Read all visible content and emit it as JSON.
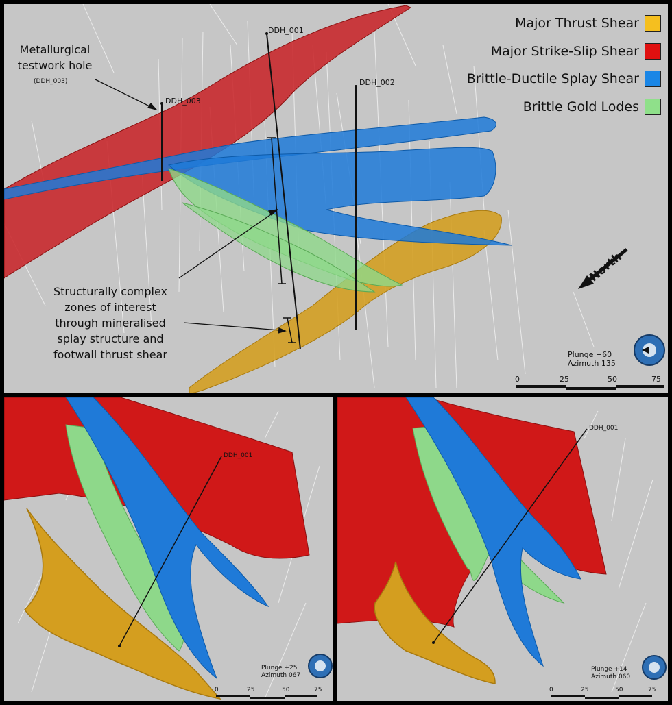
{
  "legend": {
    "items": [
      {
        "label": "Major Thrust Shear",
        "color": "#f5bf1f"
      },
      {
        "label": "Major Strike-Slip Shear",
        "color": "#e01010"
      },
      {
        "label": "Brittle-Ductile Splay Shear",
        "color": "#1a86e6"
      },
      {
        "label": "Brittle Gold Lodes",
        "color": "#8fe08a"
      }
    ]
  },
  "main": {
    "annotation_metallurgical": "Metallurgical testwork hole",
    "annotation_metallurgical_sub": "(DDH_003)",
    "annotation_structural": [
      "Structurally complex",
      "zones of interest",
      "through mineralised",
      "splay structure and",
      "footwall thrust shear"
    ],
    "holes": {
      "ddh_001": "DDH_001",
      "ddh_002": "DDH_002",
      "ddh_003": "DDH_003"
    },
    "north_label": "North",
    "view": {
      "plunge": "Plunge +60",
      "azimuth": "Azimuth 135"
    },
    "scale_ticks": [
      "0",
      "25",
      "50",
      "75"
    ]
  },
  "bottom_left": {
    "hole": "DDH_001",
    "view": {
      "plunge": "Plunge +25",
      "azimuth": "Azimuth 067"
    },
    "scale_ticks": [
      "0",
      "25",
      "50",
      "75"
    ]
  },
  "bottom_right": {
    "hole": "DDH_001",
    "view": {
      "plunge": "Plunge +14",
      "azimuth": "Azimuth 060"
    },
    "scale_ticks": [
      "0",
      "25",
      "50",
      "75"
    ]
  }
}
